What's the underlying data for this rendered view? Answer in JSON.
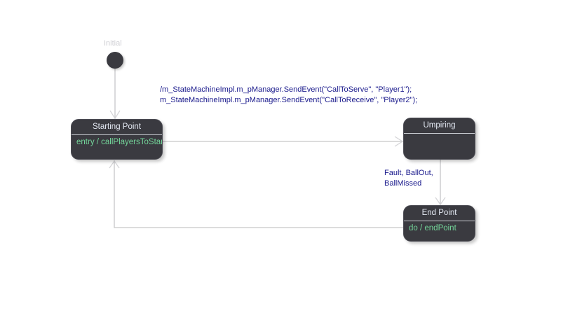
{
  "diagram": {
    "type": "uml-state-machine",
    "background_color": "#ffffff",
    "node_fill_color": "#3a3a40",
    "node_title_color": "#e3e8f2",
    "node_action_color": "#74d69a",
    "edge_color": "#c6c6c8",
    "edge_label_color": "#1a1a8c"
  },
  "initial": {
    "label": "Initial"
  },
  "states": [
    {
      "id": "starting-point",
      "title": "Starting Point",
      "action": "entry / callPlayersToStart"
    },
    {
      "id": "umpiring",
      "title": "Umpiring",
      "action": ""
    },
    {
      "id": "end-point",
      "title": "End Point",
      "action": "do / endPoint"
    }
  ],
  "transitions": [
    {
      "id": "initial-to-starting",
      "from": "initial",
      "to": "starting-point",
      "label": ""
    },
    {
      "id": "starting-to-umpiring",
      "from": "starting-point",
      "to": "umpiring",
      "label_line1": "/m_StateMachineImpl.m_pManager.SendEvent(\"CallToServe\", \"Player1\");",
      "label_line2": "m_StateMachineImpl.m_pManager.SendEvent(\"CallToReceive\", \"Player2\");"
    },
    {
      "id": "umpiring-to-endpoint",
      "from": "umpiring",
      "to": "end-point",
      "label_line1": "Fault, BallOut,",
      "label_line2": "BallMissed"
    },
    {
      "id": "endpoint-to-starting",
      "from": "end-point",
      "to": "starting-point",
      "label": ""
    }
  ]
}
